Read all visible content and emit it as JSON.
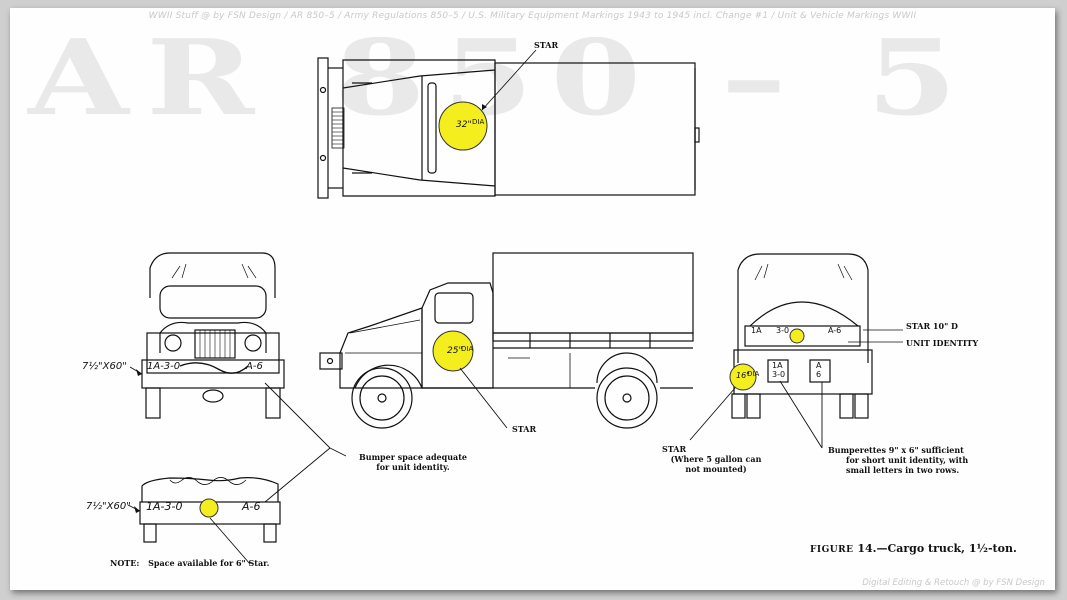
{
  "header_credit": "WWII Stuff @ by FSN Design / AR 850–5 / Army Regulations 850–5 / U.S. Military Equipment Markings 1943 to 1945 incl. Change #1 / Unit & Vehicle Markings WWII",
  "footer_credit": "Digital Editing & Retouch @ by FSN Design",
  "watermark": "AR 850 – 5",
  "figure_caption": {
    "prefix": "FIGURE",
    "rest": " 14.—Cargo truck, 1½-ton."
  },
  "labels": {
    "top_star": "STAR",
    "top_size": "32\"",
    "top_dia": "DIA",
    "side_star": "STAR",
    "side_size": "25\"",
    "side_dia": "DIA",
    "rear_star_size": "16\"",
    "rear_dia": "DIA",
    "star_10": "STAR 10\" D",
    "unit_identity": "UNIT IDENTITY",
    "front_dims": "7½\"X60\"",
    "front_left": "1A-3-0",
    "front_right": "A-6",
    "bumper_note_1": "Bumper space adequate",
    "bumper_note_2": "for unit identity.",
    "star_where_1": "STAR",
    "star_where_2": "(Where 5 gallon can",
    "star_where_3": "not mounted)",
    "bumperettes_1": "Bumperettes 9\" x 6\" sufficient",
    "bumperettes_2": "for short unit identity, with",
    "bumperettes_3": "small letters in two rows.",
    "rear_tail_left": "1A",
    "rear_tail_mid": "3-0",
    "rear_tail_right": "A-6",
    "rear_b1_top": "1A",
    "rear_b1_bot": "3-0",
    "rear_b2_top": "A",
    "rear_b2_bot": "6",
    "bumper_dims": "7½\"X60\"",
    "bumper_left": "1A-3-0",
    "bumper_right": "A-6",
    "note_prefix": "NOTE:",
    "note_text": "Space available for 6\" Star."
  },
  "colors": {
    "star_fill": "#f5ee1f",
    "ink": "#111111"
  }
}
